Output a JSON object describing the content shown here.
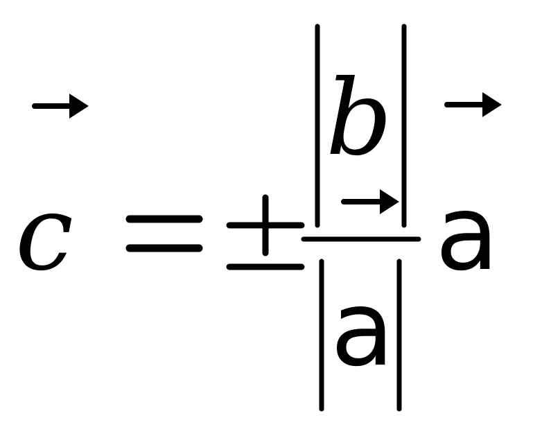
{
  "formula": {
    "lhs_var": "c",
    "equals": "=",
    "plus_minus": "±",
    "numerator_var": "b",
    "denominator_var": "a",
    "trailing_var": "a",
    "vector_arrows": [
      "lhs-c-arrow",
      "numerator-b-arrow",
      "trailing-a-arrow"
    ]
  }
}
